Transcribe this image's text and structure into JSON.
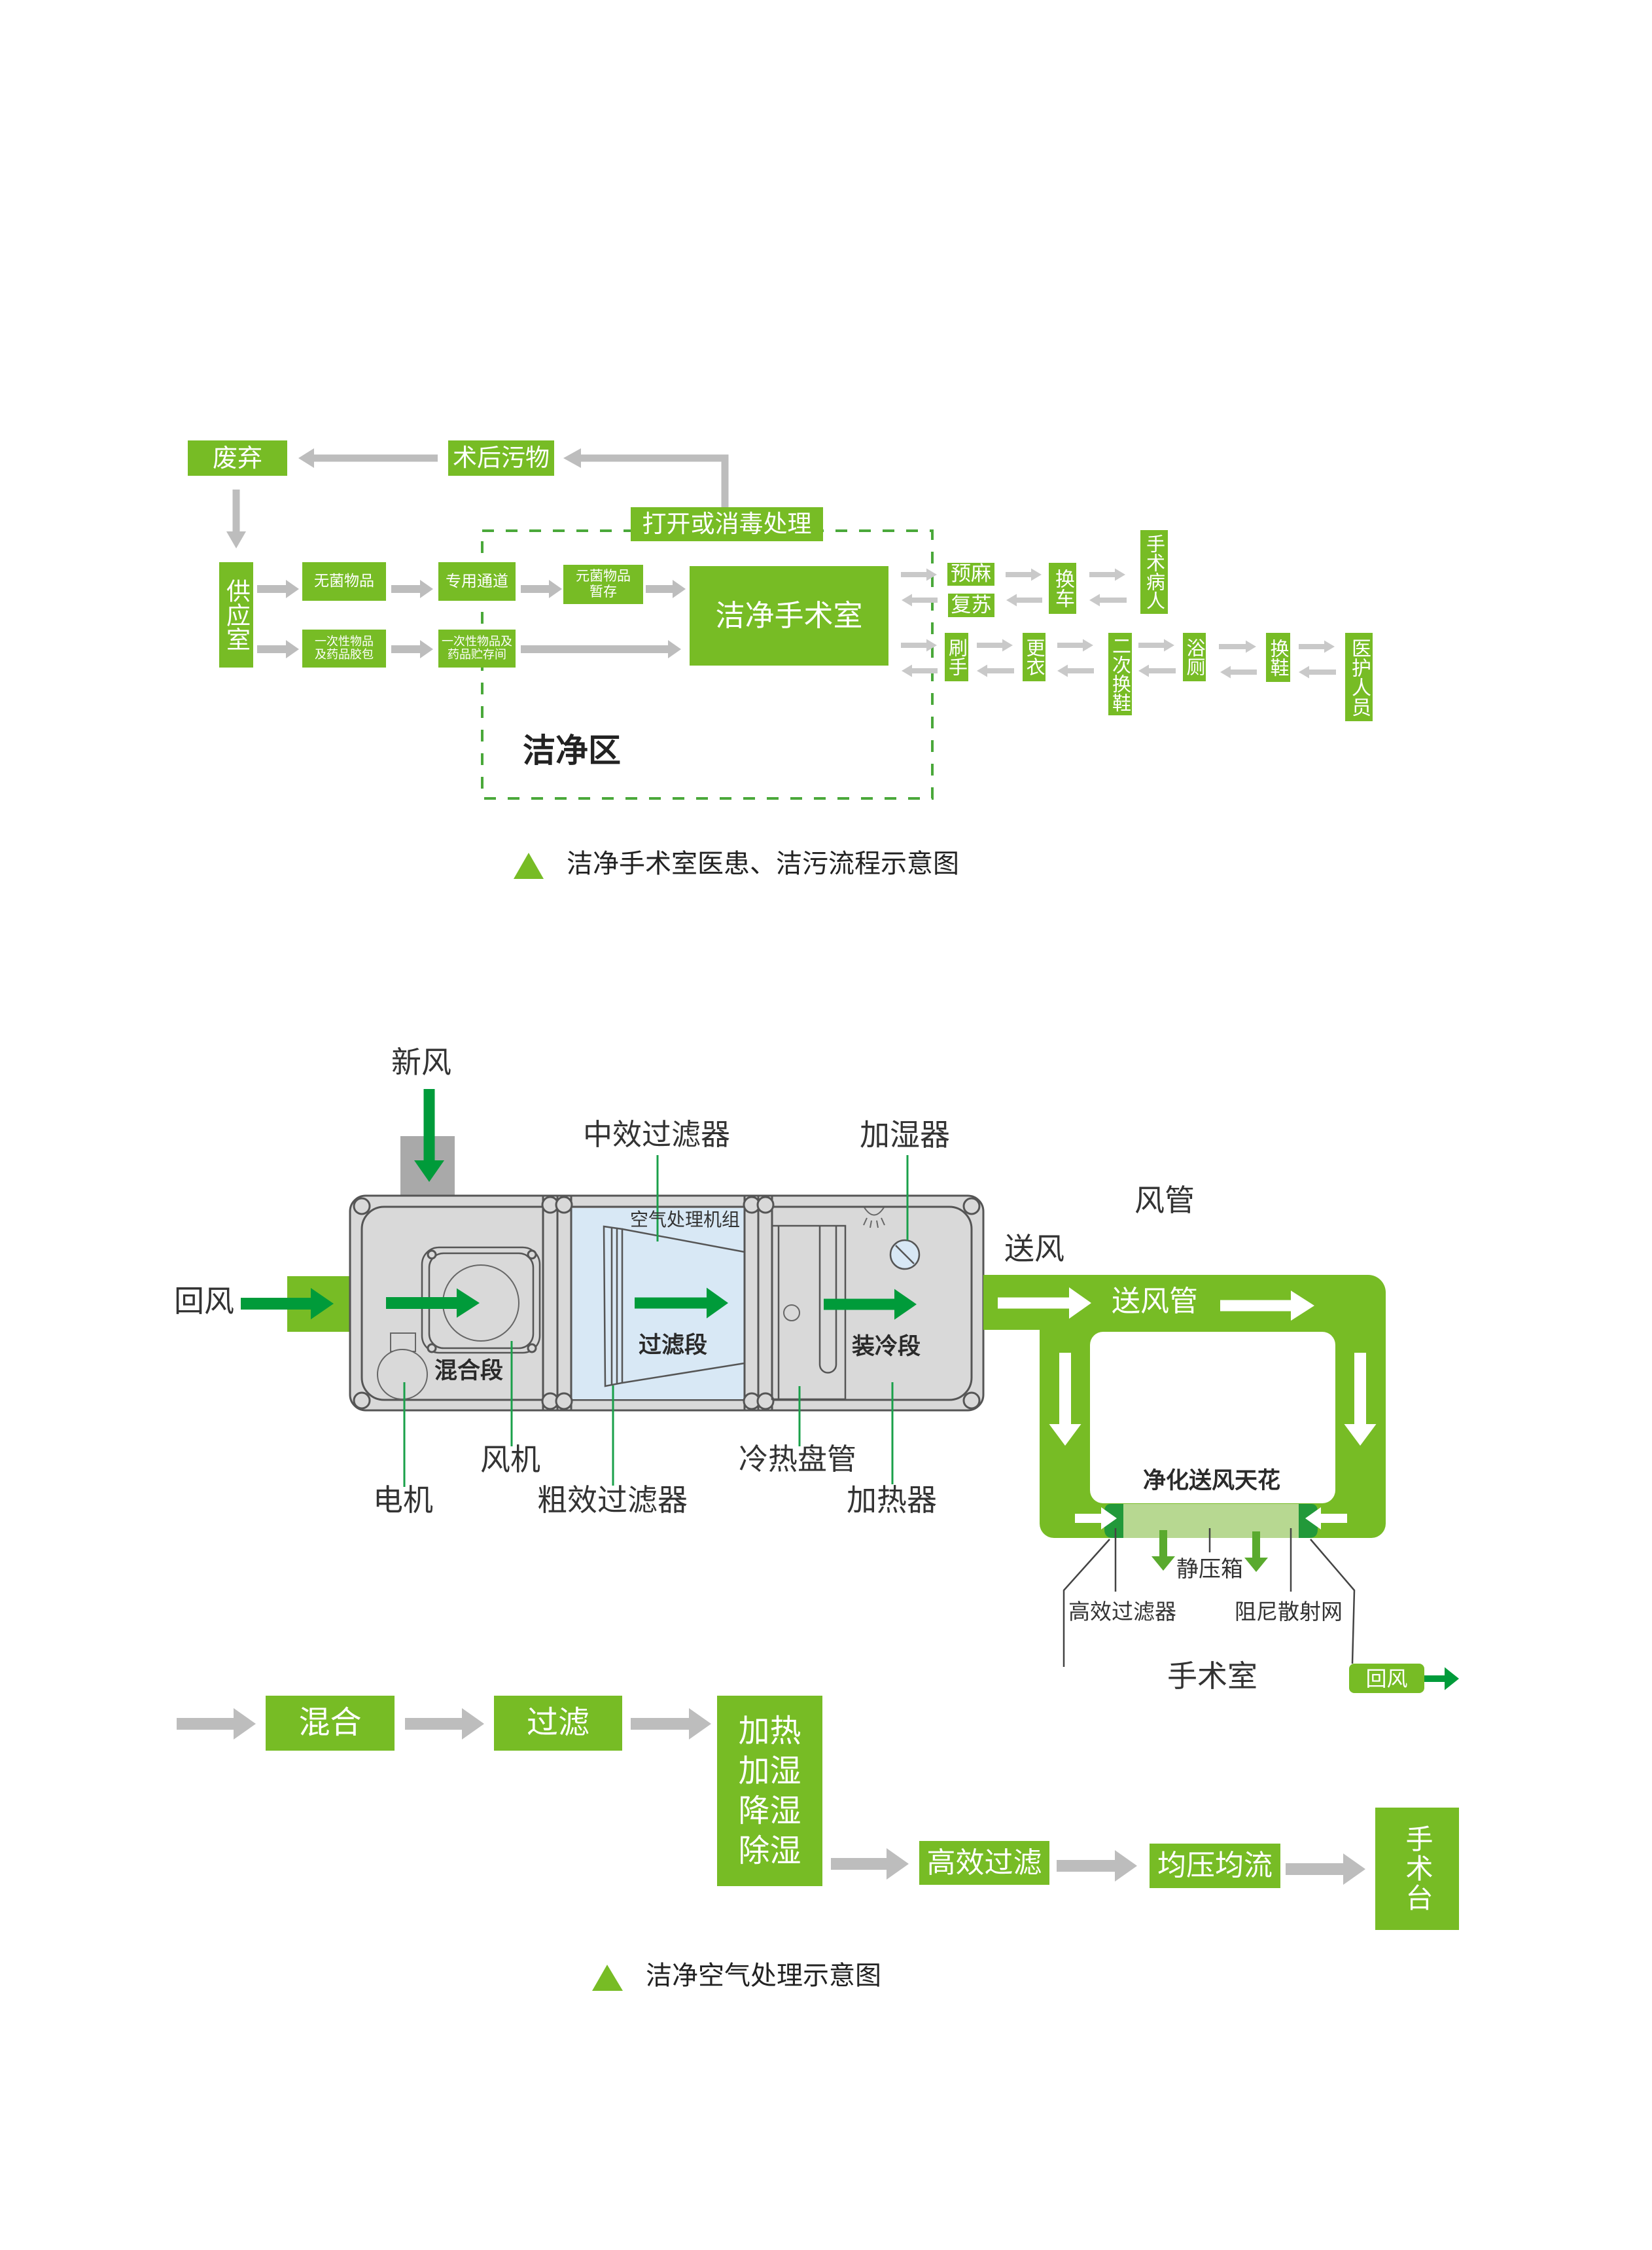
{
  "colors": {
    "brand_green": "#77bc25",
    "arrow_dark_green": "#009b3a",
    "leader_green": "#1aa04a",
    "dashed_zone_green": "#4aa83a",
    "flow_arrow_gray": "#bdbdbd",
    "flow_arrow_light_gray": "#c9c9c9",
    "static_box_green": "#b7d891",
    "hepa_green": "#22993a",
    "plenum_arrow_green": "#5aaa2e",
    "filter_section_blue": "#d8e8f5",
    "ahu_gray": "#d9d9d9",
    "fresh_air_block_gray": "#a9a9a9"
  },
  "flow_diagram": {
    "caption": "洁净手术室医患、洁污流程示意图",
    "zone_label": "洁净区",
    "nodes": {
      "discard": "废弃",
      "post_op_waste": "术后污物",
      "open_or_disinfect": "打开或消毒处理",
      "supply_room": "供应室",
      "sterile_items": "无菌物品",
      "disposable_pack": [
        "一次性物品",
        "及药品胶包"
      ],
      "dedicated_passage": "专用通道",
      "disposable_storage": [
        "一次性物品及",
        "药品贮存间"
      ],
      "sterile_temp_storage": [
        "元菌物品",
        "暂存"
      ],
      "clean_or": "洁净手术室",
      "pre_anesthesia": "预麻",
      "recovery": "复苏",
      "change_cart": "换车",
      "patient": "手术病人",
      "scrub": "刷手",
      "change_clothes": "更衣",
      "second_shoe_change": "二次换鞋",
      "bath_toilet": "浴厕",
      "shoe_change": "换鞋",
      "medical_staff": "医护人员"
    }
  },
  "air_diagram": {
    "caption": "洁净空气处理示意图",
    "labels": {
      "fresh_air": "新风",
      "return_air": "回风",
      "medium_filter": "中效过滤器",
      "humidifier": "加湿器",
      "supply_air": "送风",
      "duct": "风管",
      "fan": "风机",
      "motor": "电机",
      "coarse_filter": "粗效过滤器",
      "coil": "冷热盘管",
      "heater": "加热器",
      "ahu": "空气处理机组",
      "mixing_section": "混合段",
      "filter_section": "过滤段",
      "cooling_section": "装冷段",
      "supply_duct": "送风管",
      "ceiling": "净化送风天花",
      "plenum": "静压箱",
      "hepa_filter": "高效过滤器",
      "damper_mesh": "阻尼散射网",
      "operating_room": "手术室",
      "return_air_out": "回风"
    },
    "process_steps": [
      {
        "label": "混合"
      },
      {
        "label": "过滤"
      },
      {
        "lines": [
          "加热",
          "加湿",
          "降湿",
          "除湿"
        ]
      },
      {
        "label": "高效过滤"
      },
      {
        "label": "均压均流"
      },
      {
        "label": "手术台"
      }
    ]
  }
}
